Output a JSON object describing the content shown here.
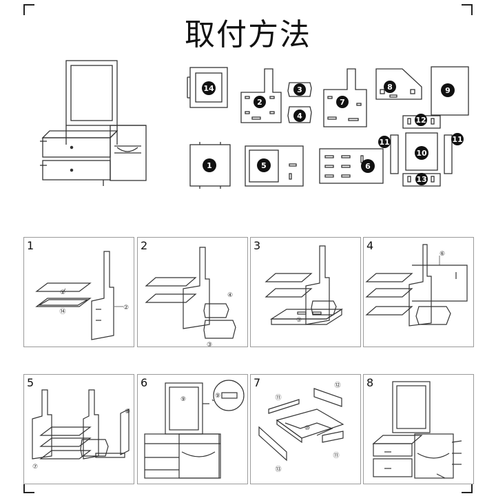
{
  "title": "取付方法",
  "parts": [
    "14",
    "2",
    "3",
    "4",
    "7",
    "8",
    "9",
    "12",
    "11",
    "10",
    "11",
    "13",
    "1",
    "5",
    "6"
  ],
  "steps": [
    {
      "number": "1",
      "callouts": [
        "①",
        "⑭",
        "②"
      ]
    },
    {
      "number": "2",
      "callouts": [
        "④",
        "③"
      ]
    },
    {
      "number": "3",
      "callouts": [
        "⑤"
      ]
    },
    {
      "number": "4",
      "callouts": [
        "⑥"
      ]
    },
    {
      "number": "5",
      "callouts": [
        "⑧",
        "⑦"
      ]
    },
    {
      "number": "6",
      "callouts": [
        "⑨",
        "⑨"
      ]
    },
    {
      "number": "7",
      "callouts": [
        "⑫",
        "⑪",
        "⑩",
        "⑬",
        "⑪"
      ]
    },
    {
      "number": "8",
      "callouts": []
    }
  ]
}
